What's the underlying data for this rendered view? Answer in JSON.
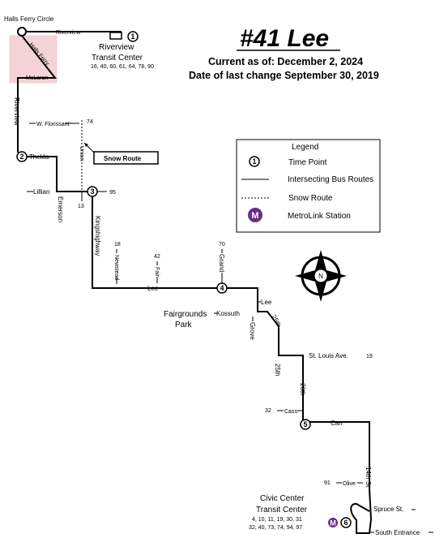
{
  "header": {
    "title": "#41 Lee",
    "current_as_of": "Current as of: December 2, 2024",
    "last_change": "Date of last change September 30, 2019"
  },
  "timepoints": [
    "1",
    "2",
    "3",
    "4",
    "5",
    "6"
  ],
  "places": {
    "halls_ferry_circle": "Halls Ferry Circle",
    "riverview_tc_1": "Riverview",
    "riverview_tc_2": "Transit Center",
    "riverview_tc_routes": "16, 40, 60, 61, 64, 78, 90",
    "fairgrounds_1": "Fairgrounds",
    "fairgrounds_2": "Park",
    "civic_1": "Civic Center",
    "civic_2": "Transit Center",
    "civic_routes_1": "4, 10, 11, 19, 30, 31",
    "civic_routes_2": "32, 40,  73, 74, 94, 97"
  },
  "streets": {
    "riverview_top": "Riverview",
    "halls_ferry": "Halls Ferry",
    "mclaran": "McLaran",
    "riverview_vert": "Riverview",
    "w_florissant": "W. Florissant",
    "union": "Union",
    "thekla": "Thekla",
    "lillian": "Lillian",
    "emerson": "Emerson",
    "kingshighway": "Kingshighway",
    "newstead": "Newstead",
    "fair": "Fair",
    "grand": "Grand",
    "lee_main": "Lee",
    "lee_east": "Lee",
    "kossuth": "Kossuth",
    "grove": "Grove",
    "s25th_a": "25th",
    "s25th_b": "25th",
    "st_louis": "St. Louis Ave.",
    "s20th": "20th",
    "cass": "Cass",
    "carr": "Carr",
    "s14th": "14th St",
    "olive": "Olive",
    "spruce": "Spruce St.",
    "south_entrance": "South Entrance"
  },
  "route_numbers": {
    "r74": "74",
    "r95": "95",
    "r13": "13",
    "r18": "18",
    "r42": "42",
    "r70": "70",
    "r19": "19",
    "r32": "32",
    "r91": "91"
  },
  "snow_route_label": "Snow Route",
  "legend": {
    "title": "Legend",
    "time_point": "Time Point",
    "time_point_symbol": "1",
    "intersecting": "Intersecting Bus Routes",
    "snow": "Snow Route",
    "metrolink": "MetroLink Station"
  },
  "compass": {
    "north": "N"
  },
  "metrolink_symbol": "M",
  "colors": {
    "metrolink_purple": "#6b2c8f",
    "highlight_pink": "#f3d3d6"
  }
}
